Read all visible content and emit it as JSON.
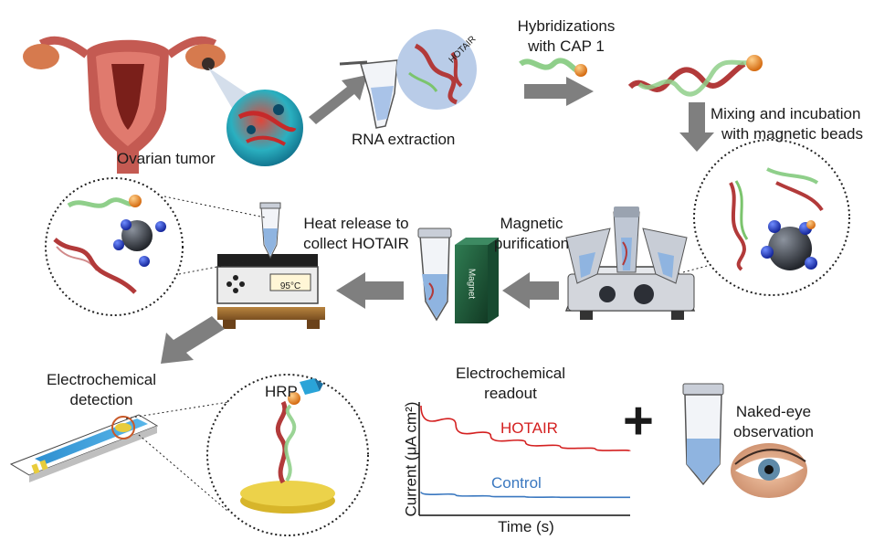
{
  "labels": {
    "ovarian_tumor": "Ovarian tumor",
    "rna_extraction": "RNA extraction",
    "hotair_bubble": "HOTAIR",
    "hybridization_line1": "Hybridizations",
    "hybridization_line2": "with CAP 1",
    "mixing_line1": "Mixing and incubation",
    "mixing_line2": "with magnetic beads",
    "magnetic_line1": "Magnetic",
    "magnetic_line2": "purification",
    "heat_line1": "Heat release to",
    "heat_line2": "collect HOTAIR",
    "heater_display": "95°C",
    "magnet": "Magnet",
    "electrochem_line1": "Electrochemical",
    "electrochem_line2": "detection",
    "hrp": "HRP",
    "readout_line1": "Electrochemical",
    "readout_line2": "readout",
    "plus": "+",
    "naked_eye_line1": "Naked-eye",
    "naked_eye_line2": "observation"
  },
  "chart_data": {
    "type": "line",
    "title": "",
    "xlabel": "Time (s)",
    "ylabel": "Current (μA cm²)",
    "grid": false,
    "legend": "inline labels",
    "series": [
      {
        "name": "HOTAIR",
        "color": "#d42020",
        "values": [
          1.0,
          0.82,
          0.72,
          0.66,
          0.62,
          0.6,
          0.58
        ]
      },
      {
        "name": "Control",
        "color": "#3a78c0",
        "values": [
          0.2,
          0.17,
          0.16,
          0.155,
          0.15,
          0.15,
          0.15
        ]
      }
    ]
  },
  "colors": {
    "arrow": "#7f7f7f",
    "hotair_strand": "#b23a3a",
    "cap_strand": "#8fcf8a",
    "bead": "#3a3f48",
    "blue_particle": "#1f3fc2",
    "gold_electrode": "#e8cc3c",
    "tube_liquid": "#8fb4e0",
    "magnet": "#1f5a3a"
  }
}
